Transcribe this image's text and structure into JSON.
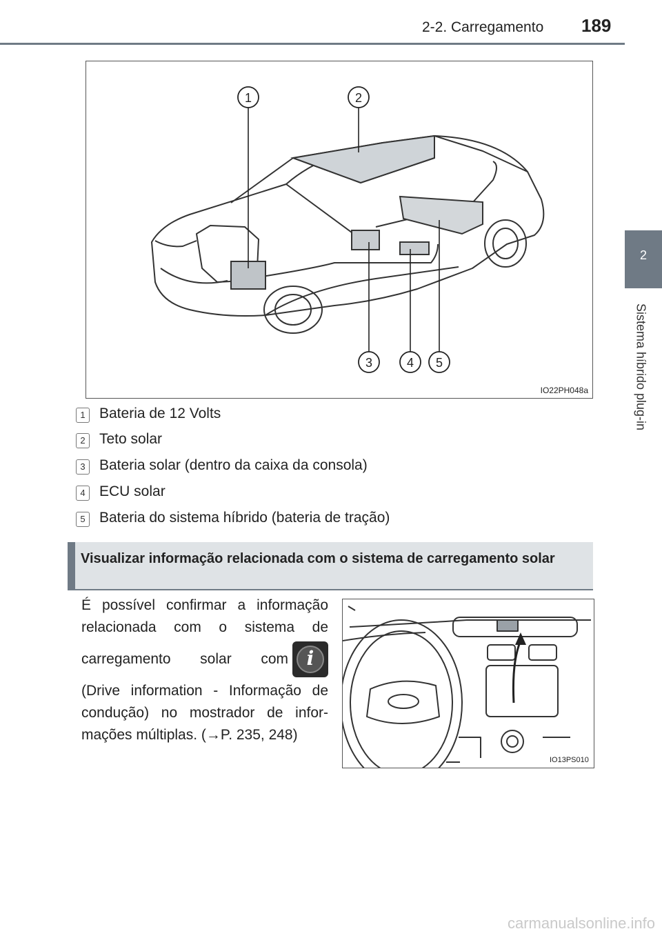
{
  "header": {
    "section": "2-2. Carregamento",
    "page_number": "189"
  },
  "side_tab": {
    "chapter_number": "2",
    "chapter_title": "Sistema híbrido plug-in"
  },
  "figure1": {
    "callouts": [
      "1",
      "2",
      "3",
      "4",
      "5"
    ],
    "image_code": "IO22PH048a"
  },
  "components": [
    {
      "number": "1",
      "label": "Bateria de 12 Volts"
    },
    {
      "number": "2",
      "label": "Teto solar"
    },
    {
      "number": "3",
      "label": "Bateria solar (dentro da caixa da consola)"
    },
    {
      "number": "4",
      "label": "ECU solar"
    },
    {
      "number": "5",
      "label": "Bateria do sistema híbrido (bateria de tração)"
    }
  ],
  "section_banner": {
    "title": "Visualizar informação relacionada com o sistema de carregamento solar"
  },
  "paragraph": {
    "line1": "É possível confirmar a informação",
    "line2": "relacionada com o sistema de",
    "line3": "carregamento solar com",
    "line4": "(Drive information - Informação de",
    "line5": "condução) no mostrador de infor-",
    "line6": "mações múltiplas. (→P. 235, 248)"
  },
  "info_button": {
    "icon": "info-i-icon",
    "glyph": "i"
  },
  "figure2": {
    "image_code": "IO13PS010"
  },
  "watermark": "carmanualsonline.info"
}
